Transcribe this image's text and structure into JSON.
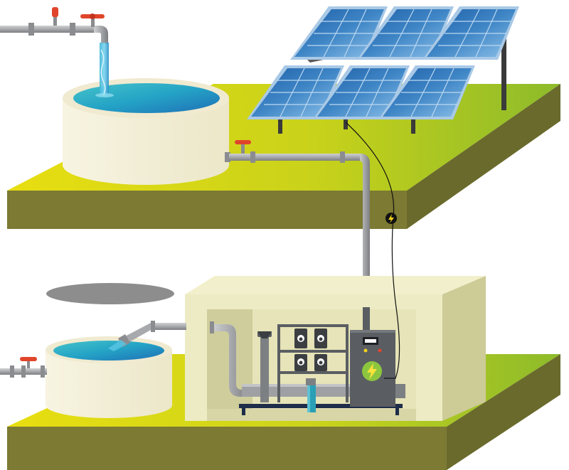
{
  "scene": {
    "upper_level": {
      "name": "upper-ground",
      "tank": "elevated-storage-tank",
      "inlet": "water-supply-pipe-with-valve",
      "outlet": "outlet-valve"
    },
    "lower_level": {
      "name": "lower-ground",
      "tank": "feed-water-tank",
      "building": "pump-house",
      "equipment": [
        "pump",
        "pressure-vessels",
        "filter-housing",
        "solar-inverter-controller"
      ]
    },
    "solar_array": {
      "rows": 2,
      "panels_per_row": 3
    },
    "icons": {
      "power": "lightning-bolt-icon"
    }
  },
  "colors": {
    "ground_top": "#c9d21a",
    "ground_side": "#7c7a33",
    "tank_body": "#f5f1dc",
    "water": "#2a9cc0",
    "pipe": "#a7a9ac",
    "valve": "#e0452b",
    "panel": "#3f86c6",
    "panel_frame": "#a9c9e6",
    "pump_house_wall": "#ecebc4",
    "pump_house_shadow": "#cdcb96",
    "controller": "#5a5e62",
    "power_icon_bg": "#8cc63f"
  }
}
